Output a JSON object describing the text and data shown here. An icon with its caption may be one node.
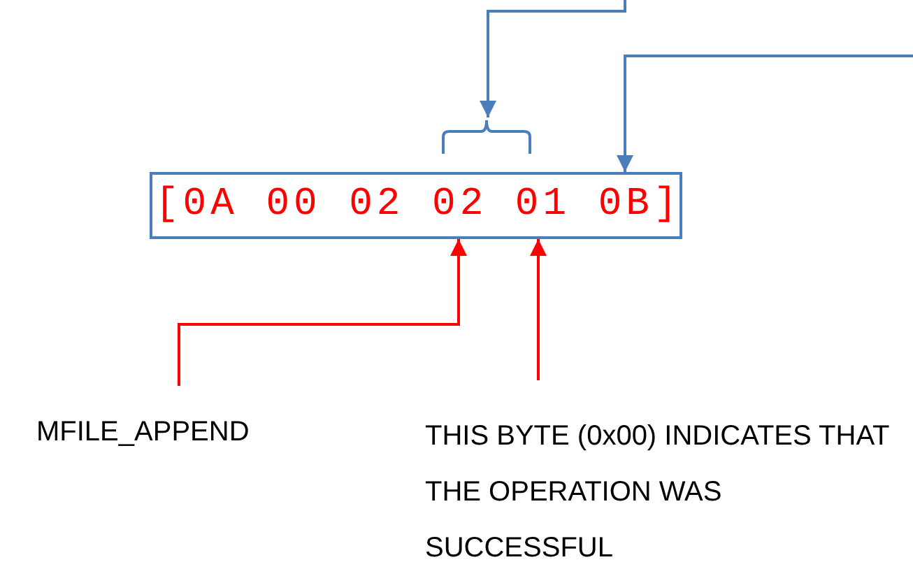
{
  "diagram": {
    "nodes": [
      {
        "text": [
          "[0A 00 02 02 01 0B]"
        ]
      },
      {
        "text": [],
        "shape": "bracket"
      },
      {
        "text": [
          "MFILE_APPEND"
        ]
      },
      {
        "text": [
          "THIS BYTE (0x00) INDICATES THAT THE OPERATION WAS SUCCESSFUL"
        ]
      }
    ],
    "edges": [
      {
        "from": null,
        "to": 1,
        "arrow": "to",
        "color": "#4a7ebb"
      },
      {
        "from": null,
        "to": 0,
        "arrow": "to",
        "color": "#4a7ebb"
      },
      {
        "from": 2,
        "to": 0,
        "arrow": "to",
        "color": "#ff0000"
      },
      {
        "from": 3,
        "to": 0,
        "arrow": "to",
        "color": "#ff0000"
      }
    ]
  }
}
